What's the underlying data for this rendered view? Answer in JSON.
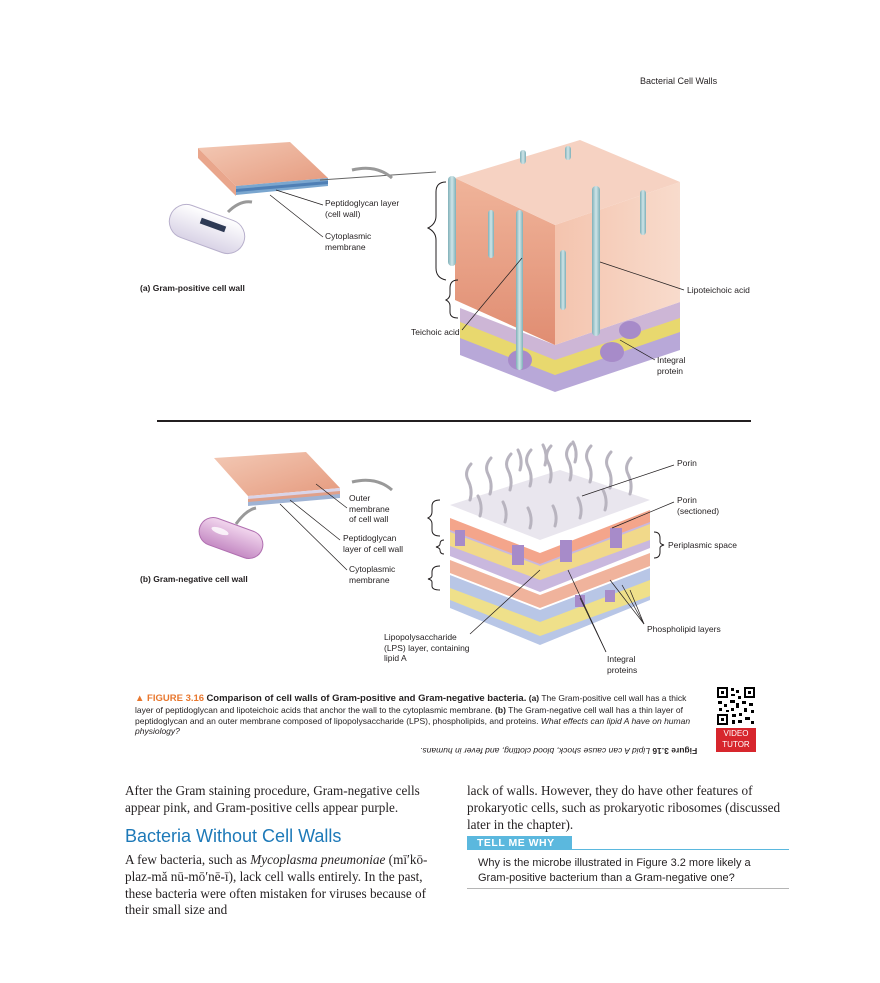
{
  "running_head": "Bacterial Cell Walls",
  "panel_a": {
    "title": "(a) Gram-positive cell wall",
    "labels": {
      "peptidoglycan": "Peptidoglycan layer\n(cell wall)",
      "cytoplasmic": "Cytoplasmic\nmembrane",
      "lipoteichoic": "Lipoteichoic acid",
      "teichoic": "Teichoic acid",
      "integral": "Integral\nprotein"
    }
  },
  "panel_b": {
    "title": "(b) Gram-negative cell wall",
    "labels": {
      "porin": "Porin",
      "porin_sectioned": "Porin\n(sectioned)",
      "outer_membrane": "Outer\nmembrane\nof cell wall",
      "peptidoglycan": "Peptidoglycan\nlayer of cell wall",
      "periplasmic": "Periplasmic space",
      "cytoplasmic": "Cytoplasmic\nmembrane",
      "phospholipid": "Phospholipid layers",
      "lps": "Lipopolysaccharide\n(LPS) layer, containing\nlipid A",
      "integral": "Integral\nproteins"
    }
  },
  "caption": {
    "figure_number": "▲ FIGURE 3.16",
    "title": "Comparison of cell walls of Gram-positive and Gram-negative bacteria.",
    "part_a_marker": "(a)",
    "part_a_text": "The Gram-positive cell wall has a thick layer of peptidoglycan and lipoteichoic acids that anchor the wall to the cytoplasmic membrane.",
    "part_b_marker": "(b)",
    "part_b_text": "The Gram-negative cell wall has a thin layer of peptidoglycan and an outer membrane composed of lipopolysaccharide (LPS), phospholipids, and proteins.",
    "question": "What effects can lipid A have on human physiology?"
  },
  "answer": {
    "label": "Figure 3.16",
    "text": "Lipid A can cause shock, blood clotting, and fever in humans."
  },
  "video_tutor": "VIDEO\nTUTOR",
  "body": {
    "col1_para1": "After the Gram staining procedure, Gram-negative cells appear pink, and Gram-positive cells appear purple.",
    "heading": "Bacteria Without Cell Walls",
    "col1_para2_start": "A few bacteria, such as ",
    "col1_para2_italic": "Mycoplasma pneumoniae",
    "col1_para2_rest": " (mī′kō-plaz-mă nū-mō′nē-ī), lack cell walls entirely. In the past, these bacteria were often mistaken for viruses because of their small size and",
    "col2_para1": "lack of walls. However, they do have other features of prokaryotic cells, such as prokaryotic ribosomes (discussed later in the chapter)."
  },
  "tell_me_why": {
    "label": "TELL ME WHY",
    "question": "Why is the microbe illustrated in Figure 3.2 more likely a Gram-positive bacterium than a Gram-negative one?"
  },
  "colors": {
    "accent_orange": "#e8772e",
    "heading_blue": "#1d79b8",
    "tell_me_why_blue": "#5bb8de",
    "video_red": "#d7262d"
  }
}
